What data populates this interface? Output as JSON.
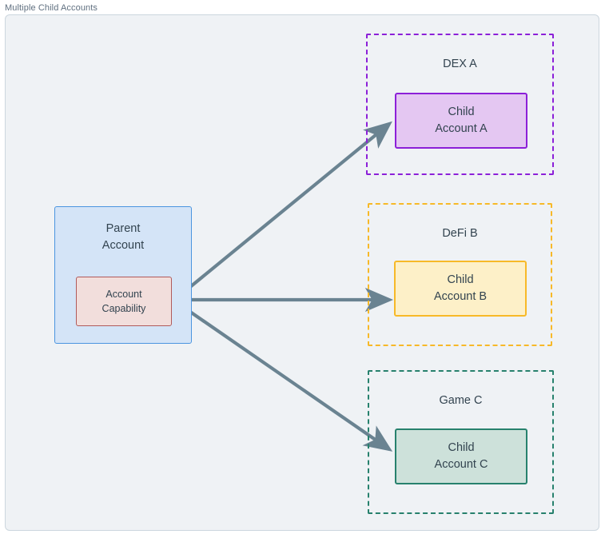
{
  "diagram": {
    "title": "Multiple Child Accounts",
    "colors": {
      "background": "#eff2f5",
      "frame_border": "#ccd6de",
      "title_text": "#607080",
      "node_text": "#32434f",
      "arrow": "#6a8391",
      "parent_fill": "#d4e4f7",
      "parent_border": "#4b95e0",
      "capability_fill": "#f2dedc",
      "capability_border": "#b05a5a",
      "dex_a": "#8c20d8",
      "dex_a_fill": "#e4c7f2",
      "defi_b": "#f7b928",
      "defi_b_fill": "#fdf0c8",
      "game_c": "#27816d",
      "game_c_fill": "#cde1da"
    },
    "parent": {
      "label_line1": "Parent",
      "label_line2": "Account",
      "capability": {
        "label_line1": "Account",
        "label_line2": "Capability"
      }
    },
    "groups": [
      {
        "id": "dex-a",
        "label": "DEX A",
        "child": {
          "label_line1": "Child",
          "label_line2": "Account A"
        }
      },
      {
        "id": "defi-b",
        "label": "DeFi B",
        "child": {
          "label_line1": "Child",
          "label_line2": "Account B"
        }
      },
      {
        "id": "game-c",
        "label": "Game C",
        "child": {
          "label_line1": "Child",
          "label_line2": "Account C"
        }
      }
    ],
    "edges": [
      {
        "id": "capability-to-child-a",
        "from": "account-capability",
        "to": "child-account-a"
      },
      {
        "id": "capability-to-child-b",
        "from": "account-capability",
        "to": "child-account-b"
      },
      {
        "id": "capability-to-child-c",
        "from": "account-capability",
        "to": "child-account-c"
      }
    ]
  }
}
